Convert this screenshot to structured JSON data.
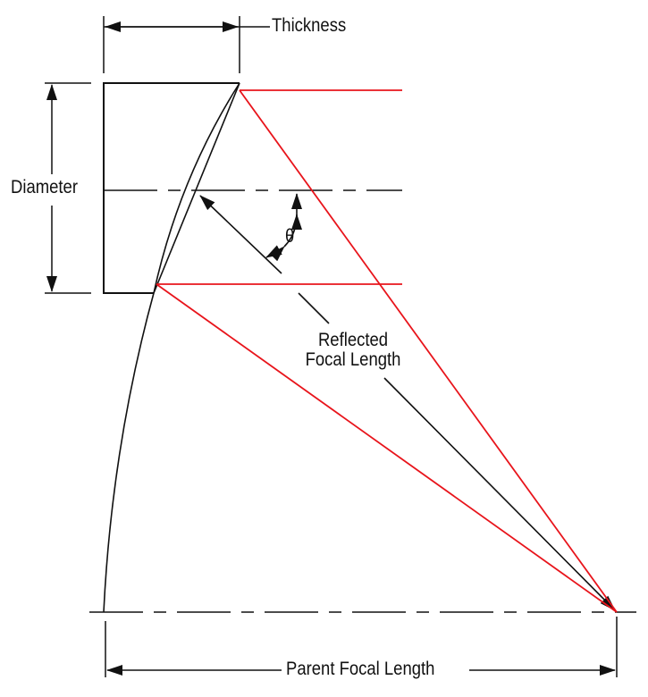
{
  "labels": {
    "thickness": "Thickness",
    "diameter": "Diameter",
    "theta": "θ",
    "reflected_focal_length_line1": "Reflected",
    "reflected_focal_length_line2": "Focal Length",
    "parent_focal_length": "Parent Focal Length"
  },
  "colors": {
    "ray": "#e8141b",
    "line": "#111111"
  }
}
